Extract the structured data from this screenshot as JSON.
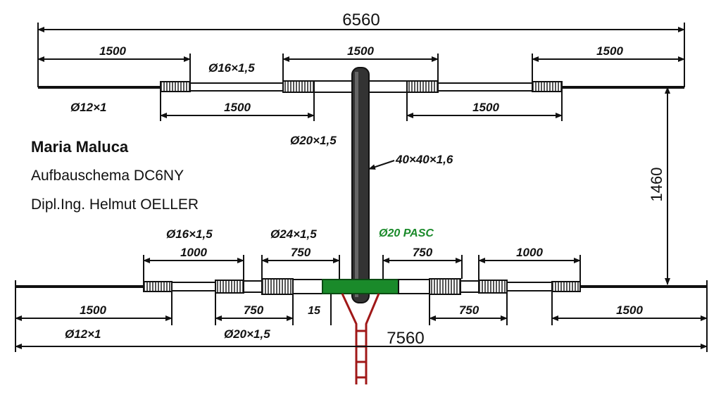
{
  "header": {
    "title": "Maria Maluca",
    "line1": "Aufbauschema DC6NY",
    "line2": "Dipl.Ing. Helmut OELLER"
  },
  "top_element": {
    "overall_length": "6560",
    "seg_left": "1500",
    "seg_center": "1500",
    "seg_right": "1500",
    "inner_left": "1500",
    "inner_right": "1500",
    "tube_outer": "Ø12×1",
    "tube_mid": "Ø16×1,5",
    "tube_center": "Ø20×1,5"
  },
  "boom": {
    "profile": "40×40×1,6",
    "spacing": "1460"
  },
  "bottom_element": {
    "overall_length": "7560",
    "tube_16": "Ø16×1,5",
    "tube_24": "Ø24×1,5",
    "insulator": "Ø20 PASC",
    "seg_1000_left": "1000",
    "seg_750_left": "750",
    "seg_750_right": "750",
    "seg_1000_right": "1000",
    "seg_1500_left": "1500",
    "seg_750_low_left": "750",
    "gap": "15",
    "seg_750_low_right": "750",
    "seg_1500_right": "1500",
    "tube_outer": "Ø12×1",
    "tube_20": "Ø20×1,5"
  },
  "colors": {
    "line": "#111111",
    "tube_fill": "#ffffff",
    "thread": "#555555",
    "insulator": "#1a8a2a",
    "feed": "#a01818"
  }
}
